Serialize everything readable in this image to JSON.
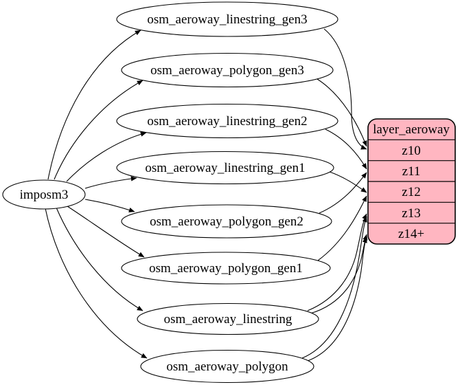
{
  "diagram": {
    "source": {
      "label": "imposm3"
    },
    "tables": [
      {
        "label": "osm_aeroway_linestring_gen3"
      },
      {
        "label": "osm_aeroway_polygon_gen3"
      },
      {
        "label": "osm_aeroway_linestring_gen2"
      },
      {
        "label": "osm_aeroway_linestring_gen1"
      },
      {
        "label": "osm_aeroway_polygon_gen2"
      },
      {
        "label": "osm_aeroway_polygon_gen1"
      },
      {
        "label": "osm_aeroway_linestring"
      },
      {
        "label": "osm_aeroway_polygon"
      }
    ],
    "layer": {
      "title": "layer_aeroway",
      "rows": [
        "z10",
        "z11",
        "z12",
        "z13",
        "z14+"
      ]
    },
    "colors": {
      "layer_fill": "#ffb6c1",
      "table_fill": "#ffffff",
      "stroke": "#000000"
    },
    "edges": [
      {
        "from": "imposm3",
        "to": "osm_aeroway_linestring_gen3"
      },
      {
        "from": "imposm3",
        "to": "osm_aeroway_polygon_gen3"
      },
      {
        "from": "imposm3",
        "to": "osm_aeroway_linestring_gen2"
      },
      {
        "from": "imposm3",
        "to": "osm_aeroway_linestring_gen1"
      },
      {
        "from": "imposm3",
        "to": "osm_aeroway_polygon_gen2"
      },
      {
        "from": "imposm3",
        "to": "osm_aeroway_polygon_gen1"
      },
      {
        "from": "imposm3",
        "to": "osm_aeroway_linestring"
      },
      {
        "from": "imposm3",
        "to": "osm_aeroway_polygon"
      },
      {
        "from": "osm_aeroway_linestring_gen3",
        "to": "layer_aeroway:z10"
      },
      {
        "from": "osm_aeroway_polygon_gen3",
        "to": "layer_aeroway:z10"
      },
      {
        "from": "osm_aeroway_linestring_gen2",
        "to": "layer_aeroway:z11"
      },
      {
        "from": "osm_aeroway_polygon_gen2",
        "to": "layer_aeroway:z11"
      },
      {
        "from": "osm_aeroway_linestring_gen1",
        "to": "layer_aeroway:z12"
      },
      {
        "from": "osm_aeroway_polygon_gen1",
        "to": "layer_aeroway:z12"
      },
      {
        "from": "osm_aeroway_linestring",
        "to": "layer_aeroway:z13"
      },
      {
        "from": "osm_aeroway_polygon",
        "to": "layer_aeroway:z13"
      },
      {
        "from": "osm_aeroway_linestring",
        "to": "layer_aeroway:z14+"
      },
      {
        "from": "osm_aeroway_polygon",
        "to": "layer_aeroway:z14+"
      }
    ]
  }
}
